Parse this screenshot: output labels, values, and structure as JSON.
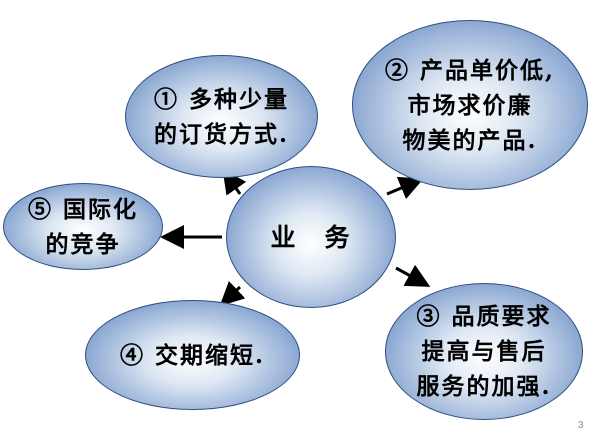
{
  "center": {
    "label": "业　务"
  },
  "nodes": [
    {
      "lines": [
        "① 多种少量",
        "的订货方式."
      ]
    },
    {
      "lines": [
        "② 产品单价低,",
        "市场求价廉",
        "物美的产品."
      ]
    },
    {
      "lines": [
        "③ 品质要求",
        "提高与售后",
        "服务的加强."
      ]
    },
    {
      "lines": [
        "④ 交期缩短."
      ]
    },
    {
      "lines": [
        "⑤ 国际化",
        "的竞争"
      ]
    }
  ],
  "page_number": "3"
}
